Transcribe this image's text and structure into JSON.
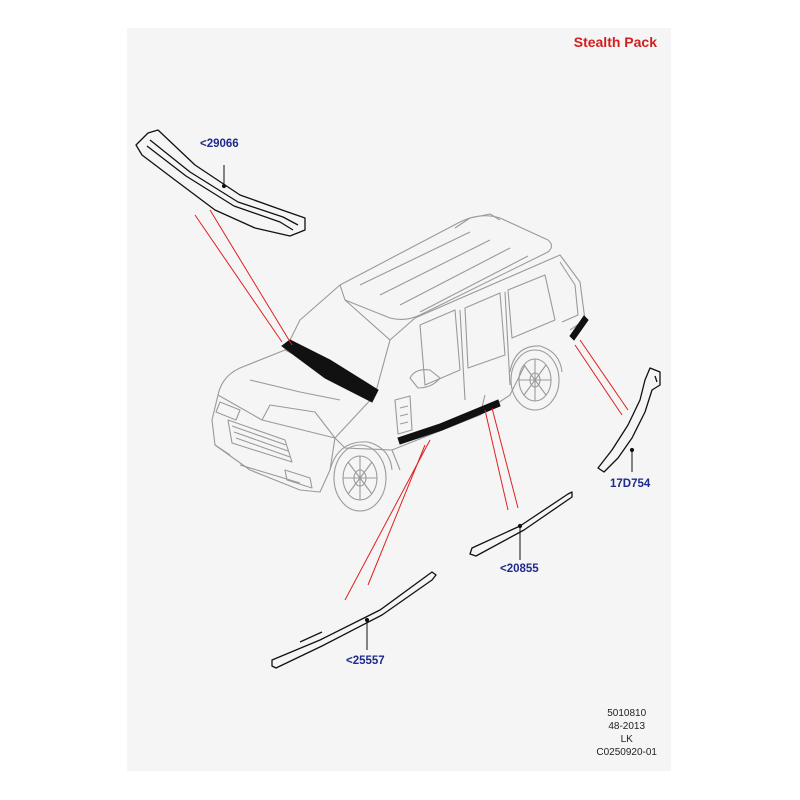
{
  "header": {
    "title": "Stealth Pack"
  },
  "callouts": [
    {
      "id": "windscreen_trim",
      "label": "<29066"
    },
    {
      "id": "rear_quarter_trim",
      "label": "17D754"
    },
    {
      "id": "door_trim",
      "label": "<20855"
    },
    {
      "id": "sill_trim",
      "label": "<25557"
    }
  ],
  "reference": {
    "line1": "5010810",
    "line2": "48-2013",
    "line3": "LK",
    "line4": "C0250920-01"
  },
  "colors": {
    "title": "#d21e1e",
    "callout_text": "#1e2a8c",
    "leader_red": "#e02020",
    "outline": "#111111",
    "car_line": "#9a9a9a",
    "sheet_bg": "#f5f5f5"
  }
}
